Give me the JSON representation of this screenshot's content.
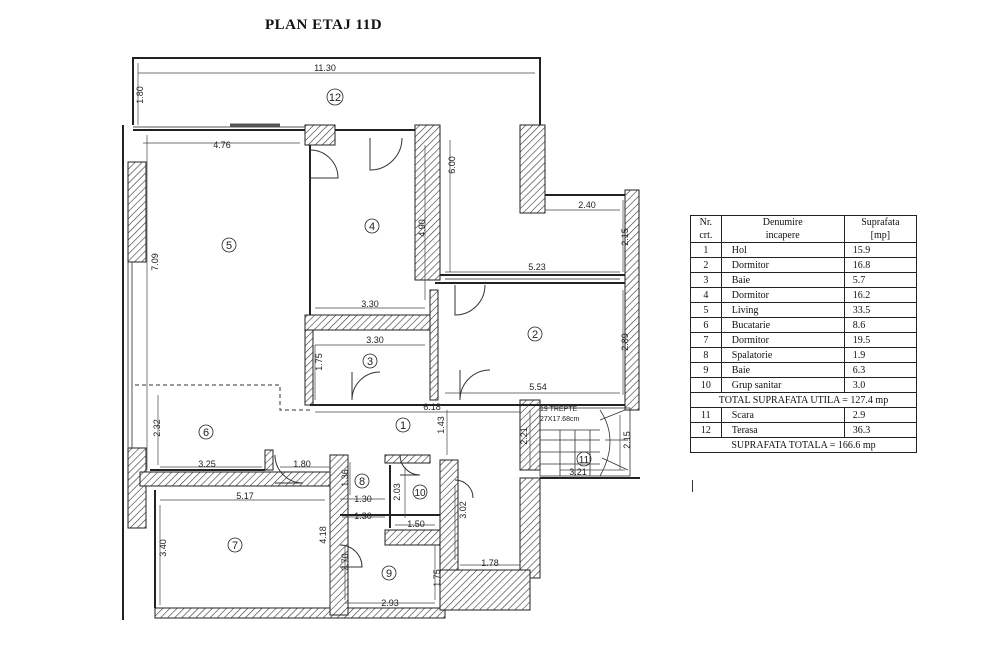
{
  "title": "PLAN ETAJ 11D",
  "rooms": [
    {
      "n": "1"
    },
    {
      "n": "2"
    },
    {
      "n": "3"
    },
    {
      "n": "4"
    },
    {
      "n": "5"
    },
    {
      "n": "6"
    },
    {
      "n": "7"
    },
    {
      "n": "8"
    },
    {
      "n": "9"
    },
    {
      "n": "10"
    },
    {
      "n": "11"
    },
    {
      "n": "12"
    }
  ],
  "dimensions": {
    "d_11_30": "11.30",
    "d_1_80a": "1.80",
    "d_4_76": "4.76",
    "d_6_00": "6.00",
    "d_4_90": "4.90",
    "d_2_40": "2.40",
    "d_2_15": "2.15",
    "d_5_23": "5.23",
    "d_7_09": "7.09",
    "d_3_30a": "3.30",
    "d_3_30b": "3.30",
    "d_1_75a": "1.75",
    "d_2_89": "2.89",
    "d_5_54": "5.54",
    "d_6_18": "6.18",
    "d_1_43": "1.43",
    "d_2_21": "2.21",
    "d_2_15b": "2.15",
    "d_3_21": "3.21",
    "d_2_32": "2.32",
    "d_3_25": "3.25",
    "d_1_80b": "1.80",
    "d_1_36": "1.36",
    "d_2_03": "2.03",
    "d_1_30a": "1.30",
    "d_1_30b": "1.30",
    "d_1_50": "1.50",
    "d_3_02": "3.02",
    "d_5_17": "5.17",
    "d_3_40": "3.40",
    "d_4_18": "4.18",
    "d_2_70": "2.70",
    "d_1_75b": "1.75",
    "d_1_78": "1.78",
    "d_2_93": "2.93"
  },
  "stairs": {
    "line1": "19 TREPTE",
    "line2": "27X17.68cm"
  },
  "legend": {
    "headers": [
      "Nr.\ncrt.",
      "Denumire\nincapere",
      "Suprafata\n[mp]"
    ],
    "h_nr": "Nr.",
    "h_crt": "crt.",
    "h_den1": "Denumire",
    "h_den2": "incapere",
    "h_sup1": "Suprafata",
    "h_sup2": "[mp]",
    "rows": [
      {
        "nr": "1",
        "name": "Hol",
        "area": "15.9"
      },
      {
        "nr": "2",
        "name": "Dormitor",
        "area": "16.8"
      },
      {
        "nr": "3",
        "name": "Baie",
        "area": "5.7"
      },
      {
        "nr": "4",
        "name": "Dormitor",
        "area": "16.2"
      },
      {
        "nr": "5",
        "name": "Living",
        "area": "33.5"
      },
      {
        "nr": "6",
        "name": "Bucatarie",
        "area": "8.6"
      },
      {
        "nr": "7",
        "name": "Dormitor",
        "area": "19.5"
      },
      {
        "nr": "8",
        "name": "Spalatorie",
        "area": "1.9"
      },
      {
        "nr": "9",
        "name": "Baie",
        "area": "6.3"
      },
      {
        "nr": "10",
        "name": "Grup sanitar",
        "area": "3.0"
      }
    ],
    "total_util": "TOTAL SUPRAFATA UTILA = 127.4 mp",
    "rows2": [
      {
        "nr": "11",
        "name": "Scara",
        "area": "2.9"
      },
      {
        "nr": "12",
        "name": "Terasa",
        "area": "36.3"
      }
    ],
    "total": "SUPRAFATA TOTALA = 166.6 mp"
  }
}
